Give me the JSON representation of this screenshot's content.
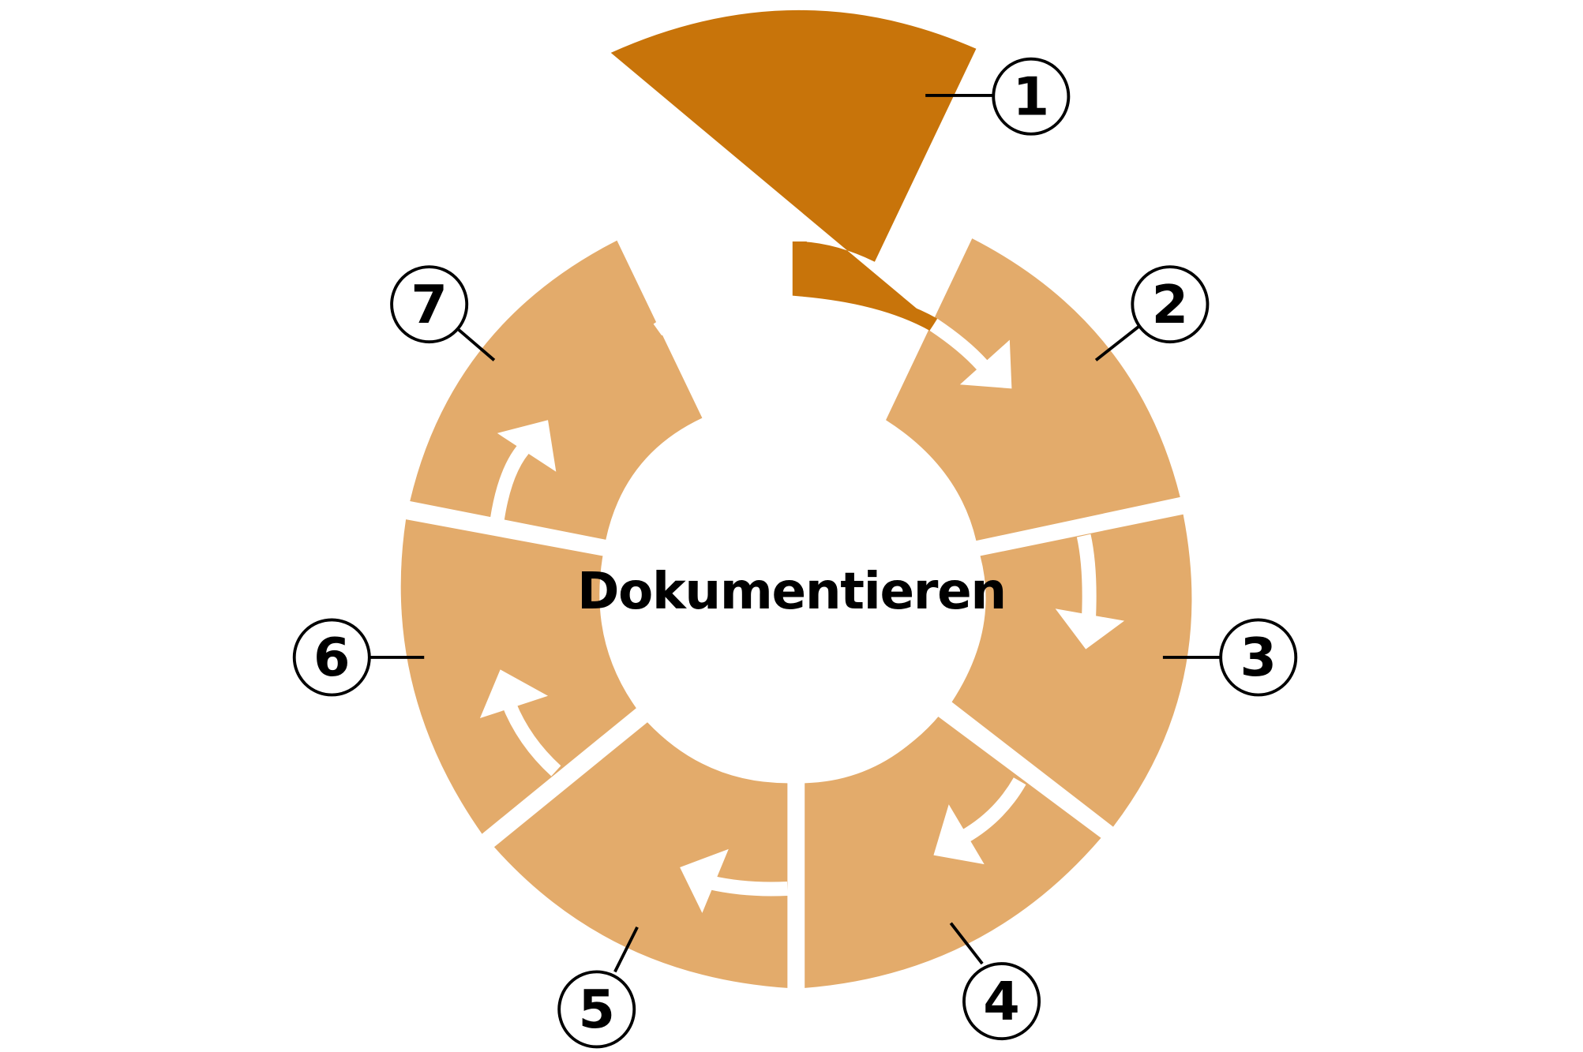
{
  "center_label": "Dokumentieren",
  "colors": {
    "active_segment": "#C8740A",
    "segment": "#E3AB6B",
    "arrow": "#FFFFFF",
    "background": "#FFFFFF",
    "stroke": "#000000"
  },
  "segments": [
    {
      "number": "1",
      "state": "active"
    },
    {
      "number": "2",
      "state": "inactive"
    },
    {
      "number": "3",
      "state": "inactive"
    },
    {
      "number": "4",
      "state": "inactive"
    },
    {
      "number": "5",
      "state": "inactive"
    },
    {
      "number": "6",
      "state": "inactive"
    },
    {
      "number": "7",
      "state": "inactive"
    }
  ],
  "cycle_direction": "clockwise"
}
